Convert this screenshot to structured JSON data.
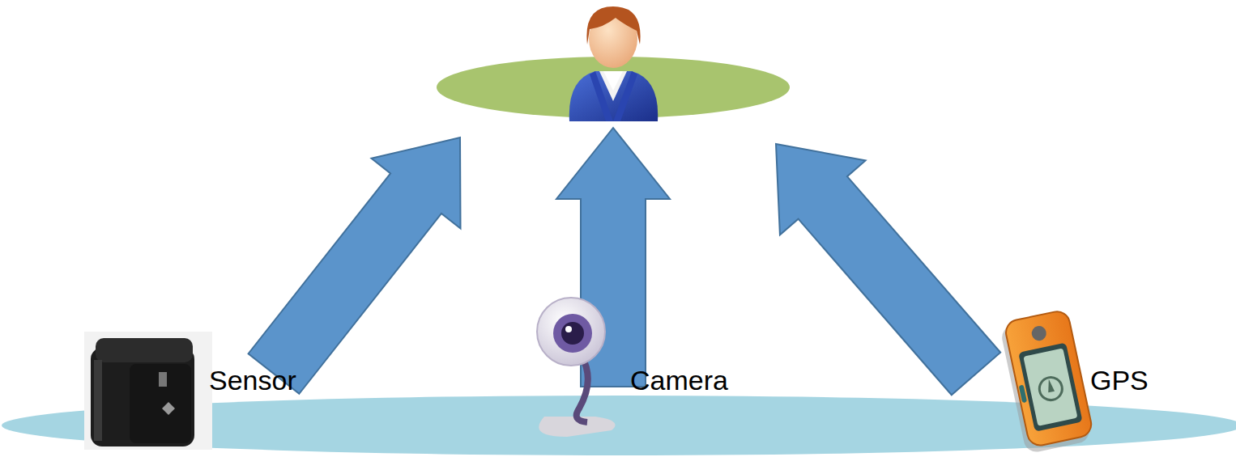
{
  "diagram": {
    "labels": [
      "Sensor",
      "Camera",
      "GPS"
    ]
  }
}
